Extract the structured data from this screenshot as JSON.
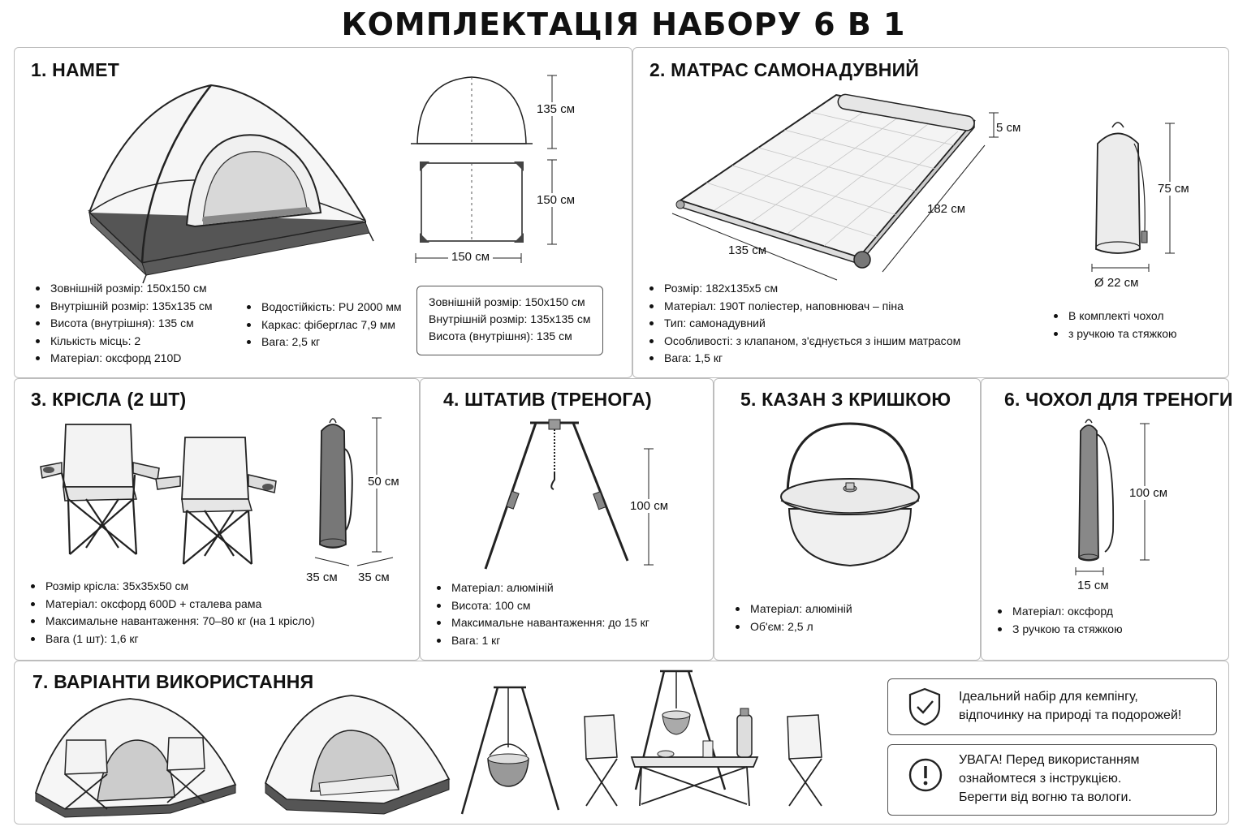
{
  "page_title": "КОМПЛЕКТАЦІЯ НАБОРУ 6 В 1",
  "tent": {
    "title": "1.  НАМЕТ",
    "dims": {
      "height": "135 см",
      "depth": "150 см",
      "width": "150 см"
    },
    "specs_left": [
      "Зовнішній розмір: 150х150 см",
      "Внутрішній розмір: 135х135 см",
      "Висота (внутрішня): 135 см",
      "Кількість місць: 2",
      "Матеріал: оксфорд 210D"
    ],
    "specs_right": [
      "Водостійкість: PU 2000 мм",
      "Каркас: фіберглас 7,9 мм",
      "Вага: 2,5 кг"
    ],
    "box": [
      "Зовнішній розмір: 150х150 см",
      "Внутрішній розмір: 135х135 см",
      "Висота (внутрішня): 135 см"
    ]
  },
  "mattress": {
    "title": "2.  МАТРАС САМОНАДУВНИЙ",
    "dims": {
      "thickness": "5 см",
      "length": "182 см",
      "width": "135 см",
      "bag_height": "75 см",
      "bag_diameter": "Ø 22 см"
    },
    "specs": [
      "Розмір: 182х135х5 см",
      "Матеріал: 190Т поліестер, наповнювач – піна",
      "Тип: самонадувний",
      "Особливості: з клапаном, з'єднується з іншим матрасом",
      "Вага: 1,5 кг"
    ],
    "bag_note": [
      "В комплекті чохол",
      "з ручкою та стяжкою"
    ]
  },
  "chairs": {
    "title": "3.  КРІСЛА (2 ШТ)",
    "dims": {
      "bag_height": "50 см",
      "bag_w1": "35 см",
      "bag_w2": "35 см"
    },
    "specs": [
      "Розмір крісла: 35х35х50 см",
      "Матеріал: оксфорд 600D + сталева рама",
      "Максимальне навантаження: 70–80 кг (на 1 крісло)",
      "Вага (1 шт): 1,6 кг"
    ]
  },
  "tripod": {
    "title": "4.  ШТАТИВ (ТРЕНОГА)",
    "dims": {
      "height": "100 см"
    },
    "specs": [
      "Матеріал: алюміній",
      "Висота: 100 см",
      "Максимальне навантаження: до 15 кг",
      "Вага: 1 кг"
    ]
  },
  "pot": {
    "title": "5.  КАЗАН З КРИШКОЮ",
    "specs": [
      "Матеріал: алюміній",
      "Об'єм: 2,5 л"
    ]
  },
  "cover": {
    "title": "6.  ЧОХОЛ ДЛЯ ТРЕНОГИ",
    "dims": {
      "height": "100 см",
      "width": "15 см"
    },
    "specs": [
      "Матеріал: оксфорд",
      "З ручкою та стяжкою"
    ]
  },
  "usage": {
    "title": "7.  ВАРІАНТИ ВИКОРИСТАННЯ",
    "note1": [
      "Ідеальний набір для кемпінгу,",
      "відпочинку на природі та подорожей!"
    ],
    "note2": [
      "УВАГА! Перед використанням",
      "ознайомтеся з інструкцією.",
      "Берегти від вогню та вологи."
    ]
  }
}
